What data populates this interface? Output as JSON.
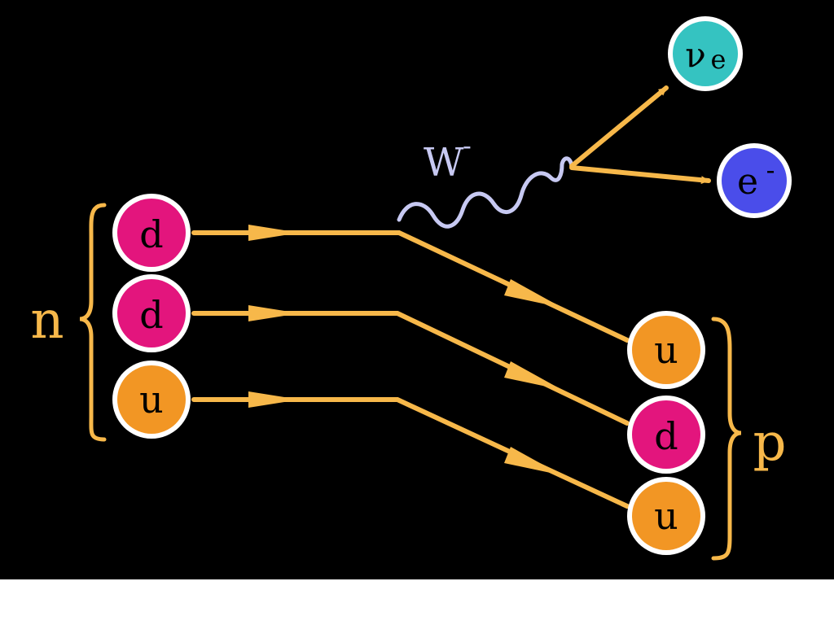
{
  "diagram": {
    "colors": {
      "background": "#000000",
      "line": "#F7B84A",
      "bracket": "#F7B84A",
      "wave": "#C7C9F2",
      "up_quark": "#F29624",
      "down_quark": "#E3157D",
      "antineutrino": "#35C3C1",
      "electron": "#4A4DEA",
      "particle_border": "#FFFFFF",
      "particle_text": "#000000",
      "label_text": "#F7B84A",
      "boson_text": "#C7C9F2"
    },
    "neutron": {
      "label": "n",
      "quarks": [
        {
          "flavor": "d"
        },
        {
          "flavor": "d"
        },
        {
          "flavor": "u"
        }
      ]
    },
    "proton": {
      "label": "p",
      "quarks": [
        {
          "flavor": "u"
        },
        {
          "flavor": "d"
        },
        {
          "flavor": "u"
        }
      ]
    },
    "boson": {
      "label": "W",
      "charge": "-"
    },
    "antineutrino": {
      "symbol": "ν",
      "bar": "ˉ",
      "subscript": "e"
    },
    "electron": {
      "symbol": "e",
      "charge": "-"
    }
  }
}
